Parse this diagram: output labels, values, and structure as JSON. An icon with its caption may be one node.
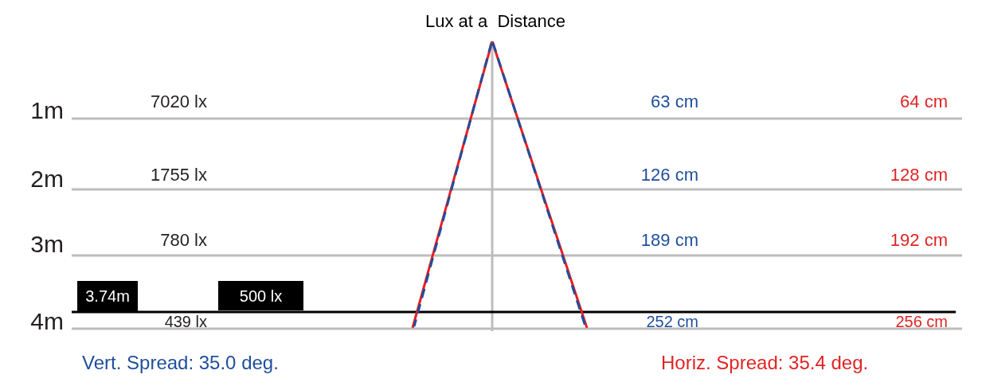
{
  "diagram": {
    "title": "Lux at a  Distance",
    "nodes": [
      {
        "text": [
          "3.74m"
        ]
      },
      {
        "text": [
          "500 lx"
        ]
      }
    ],
    "labels": [
      "1m",
      "7020 lx",
      "63 cm",
      "64 cm",
      "2m",
      "1755 lx",
      "126 cm",
      "128 cm",
      "3m",
      "780 lx",
      "189 cm",
      "192 cm",
      "4m",
      "439 lx",
      "252 cm",
      "256 cm",
      "Vert. Spread: 35.0 deg.",
      "Horiz. Spread: 35.4 deg."
    ]
  }
}
